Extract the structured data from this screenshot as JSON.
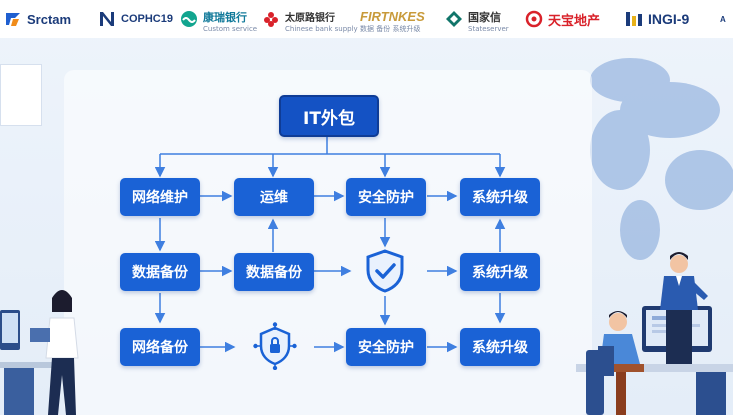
{
  "logos": [
    {
      "name": "Srctam",
      "sub": ""
    },
    {
      "name": "COPHC19",
      "sub": ""
    },
    {
      "name": "康瑞银行",
      "sub": "Custom service"
    },
    {
      "name": "太原路银行",
      "sub": "Chinese bank supply"
    },
    {
      "name": "FIRTNKES",
      "sub": "数据 备份 系统升级"
    },
    {
      "name": "国家信",
      "sub": "Stateserver"
    },
    {
      "name": "天宝地产",
      "sub": ""
    },
    {
      "name": "INGI-9",
      "sub": ""
    },
    {
      "name": "A",
      "sub": ""
    }
  ],
  "diagram": {
    "title": "IT外包",
    "row1": [
      "网络维护",
      "运维",
      "安全防护",
      "系统升级"
    ],
    "row2": [
      "数据备份",
      "数据备份",
      "系统升级"
    ],
    "row3": [
      "网络备份",
      "安全防护",
      "系统升级"
    ]
  },
  "icons": {
    "shield": "shield-check-icon",
    "network_shield": "network-shield-icon"
  },
  "colors": {
    "box": "#1a62d6",
    "line": "#3f7fe0",
    "background": "#e8f0fa"
  }
}
